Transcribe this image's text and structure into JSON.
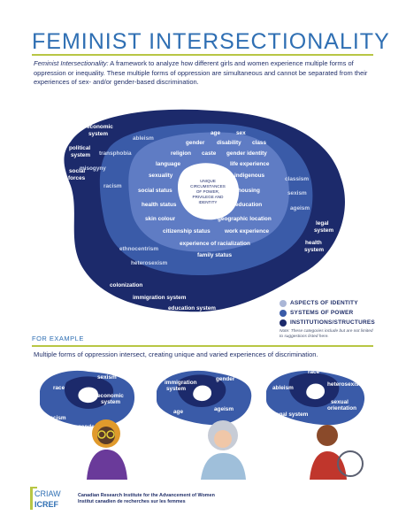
{
  "title": "FEMINIST INTERSECTIONALITY",
  "definition": {
    "term": "Feminist Intersectionality:",
    "text": " A framework to analyze how different girls and women experience multiple forms of oppression or inequality. These multiple forms of oppression are simultaneous and cannot be separated from their experiences of sex- and/or gender-based discrimination."
  },
  "center": {
    "line1": "UNIQUE",
    "line2": "CIRCUMSTANCES",
    "line3": "OF POWER,",
    "line4": "PRIVILEGE AND",
    "line5": "IDENTITY"
  },
  "identity_labels": {
    "age": "age",
    "sex": "sex",
    "gender": "gender",
    "disability": "disability",
    "class": "class",
    "religion": "religion",
    "caste": "caste",
    "gender_identity": "gender identity",
    "language": "language",
    "life_experience": "life experience",
    "sexuality": "sexuality",
    "indigenous": "indigenous",
    "social_status": "social status",
    "housing": "housing",
    "health_status": "health status",
    "education": "education",
    "skin_colour": "skin colour",
    "geographic_location": "geographic location",
    "citizenship_status": "citizenship status",
    "work_experience": "work experience",
    "experience_of_racialization": "experience of racialization",
    "family_status": "family status"
  },
  "power_labels": {
    "ableism": "ableism",
    "transphobia": "transphobia",
    "misogyny": "misogyny",
    "racism": "racism",
    "classism": "classism",
    "sexism": "sexism",
    "ageism": "ageism",
    "ethnocentrism": "ethnocentrism",
    "heterosexism": "heterosexism"
  },
  "structure_labels": {
    "economic_1": "economic",
    "economic_2": "system",
    "political_1": "political",
    "political_2": "system",
    "social_1": "social",
    "social_2": "forces",
    "legal_1": "legal",
    "legal_2": "system",
    "health_1": "health",
    "health_2": "system",
    "colonization": "colonization",
    "immigration_system": "immigration system",
    "education_system": "education system"
  },
  "legend": {
    "items": [
      {
        "label": "ASPECTS OF IDENTITY",
        "color": "#aab6d6"
      },
      {
        "label": "SYSTEMS OF POWER",
        "color": "#3a5ba8"
      },
      {
        "label": "INSTITUTIONS/STRUCTURES",
        "color": "#1c2a6b"
      }
    ],
    "note": "Note: These categories include but are not limited to suggestions listed here."
  },
  "for_example": "FOR EXAMPLE",
  "example_intro": "Multiple forms of oppression intersect, creating unique and varied experiences of discrimination.",
  "examples": [
    {
      "labels": {
        "race": "race",
        "sexism": "sexism",
        "economic_1": "economic",
        "economic_2": "system",
        "racism": "racism",
        "gender": "gender"
      }
    },
    {
      "labels": {
        "immigration_1": "immigration",
        "immigration_2": "system",
        "gender": "gender",
        "age": "age",
        "ageism": "ageism"
      }
    },
    {
      "labels": {
        "race": "race",
        "ableism": "ableism",
        "heterosexism": "heterosexism",
        "legal_1": "legal system",
        "sexual_1": "sexual",
        "sexual_2": "orientation"
      }
    }
  ],
  "footer": {
    "line1": "Canadian Research Institute for the Advancement of Women",
    "line2": "Institut canadien de recherches sur les femmes",
    "logo_top": "CRIAW",
    "logo_bottom": "ICREF"
  },
  "colors": {
    "title_blue": "#2f6fb3",
    "accent_green": "#b8c644",
    "navy": "#1c2a6b",
    "mid_blue": "#3a5ba8",
    "light_blue": "#aab6d6"
  }
}
